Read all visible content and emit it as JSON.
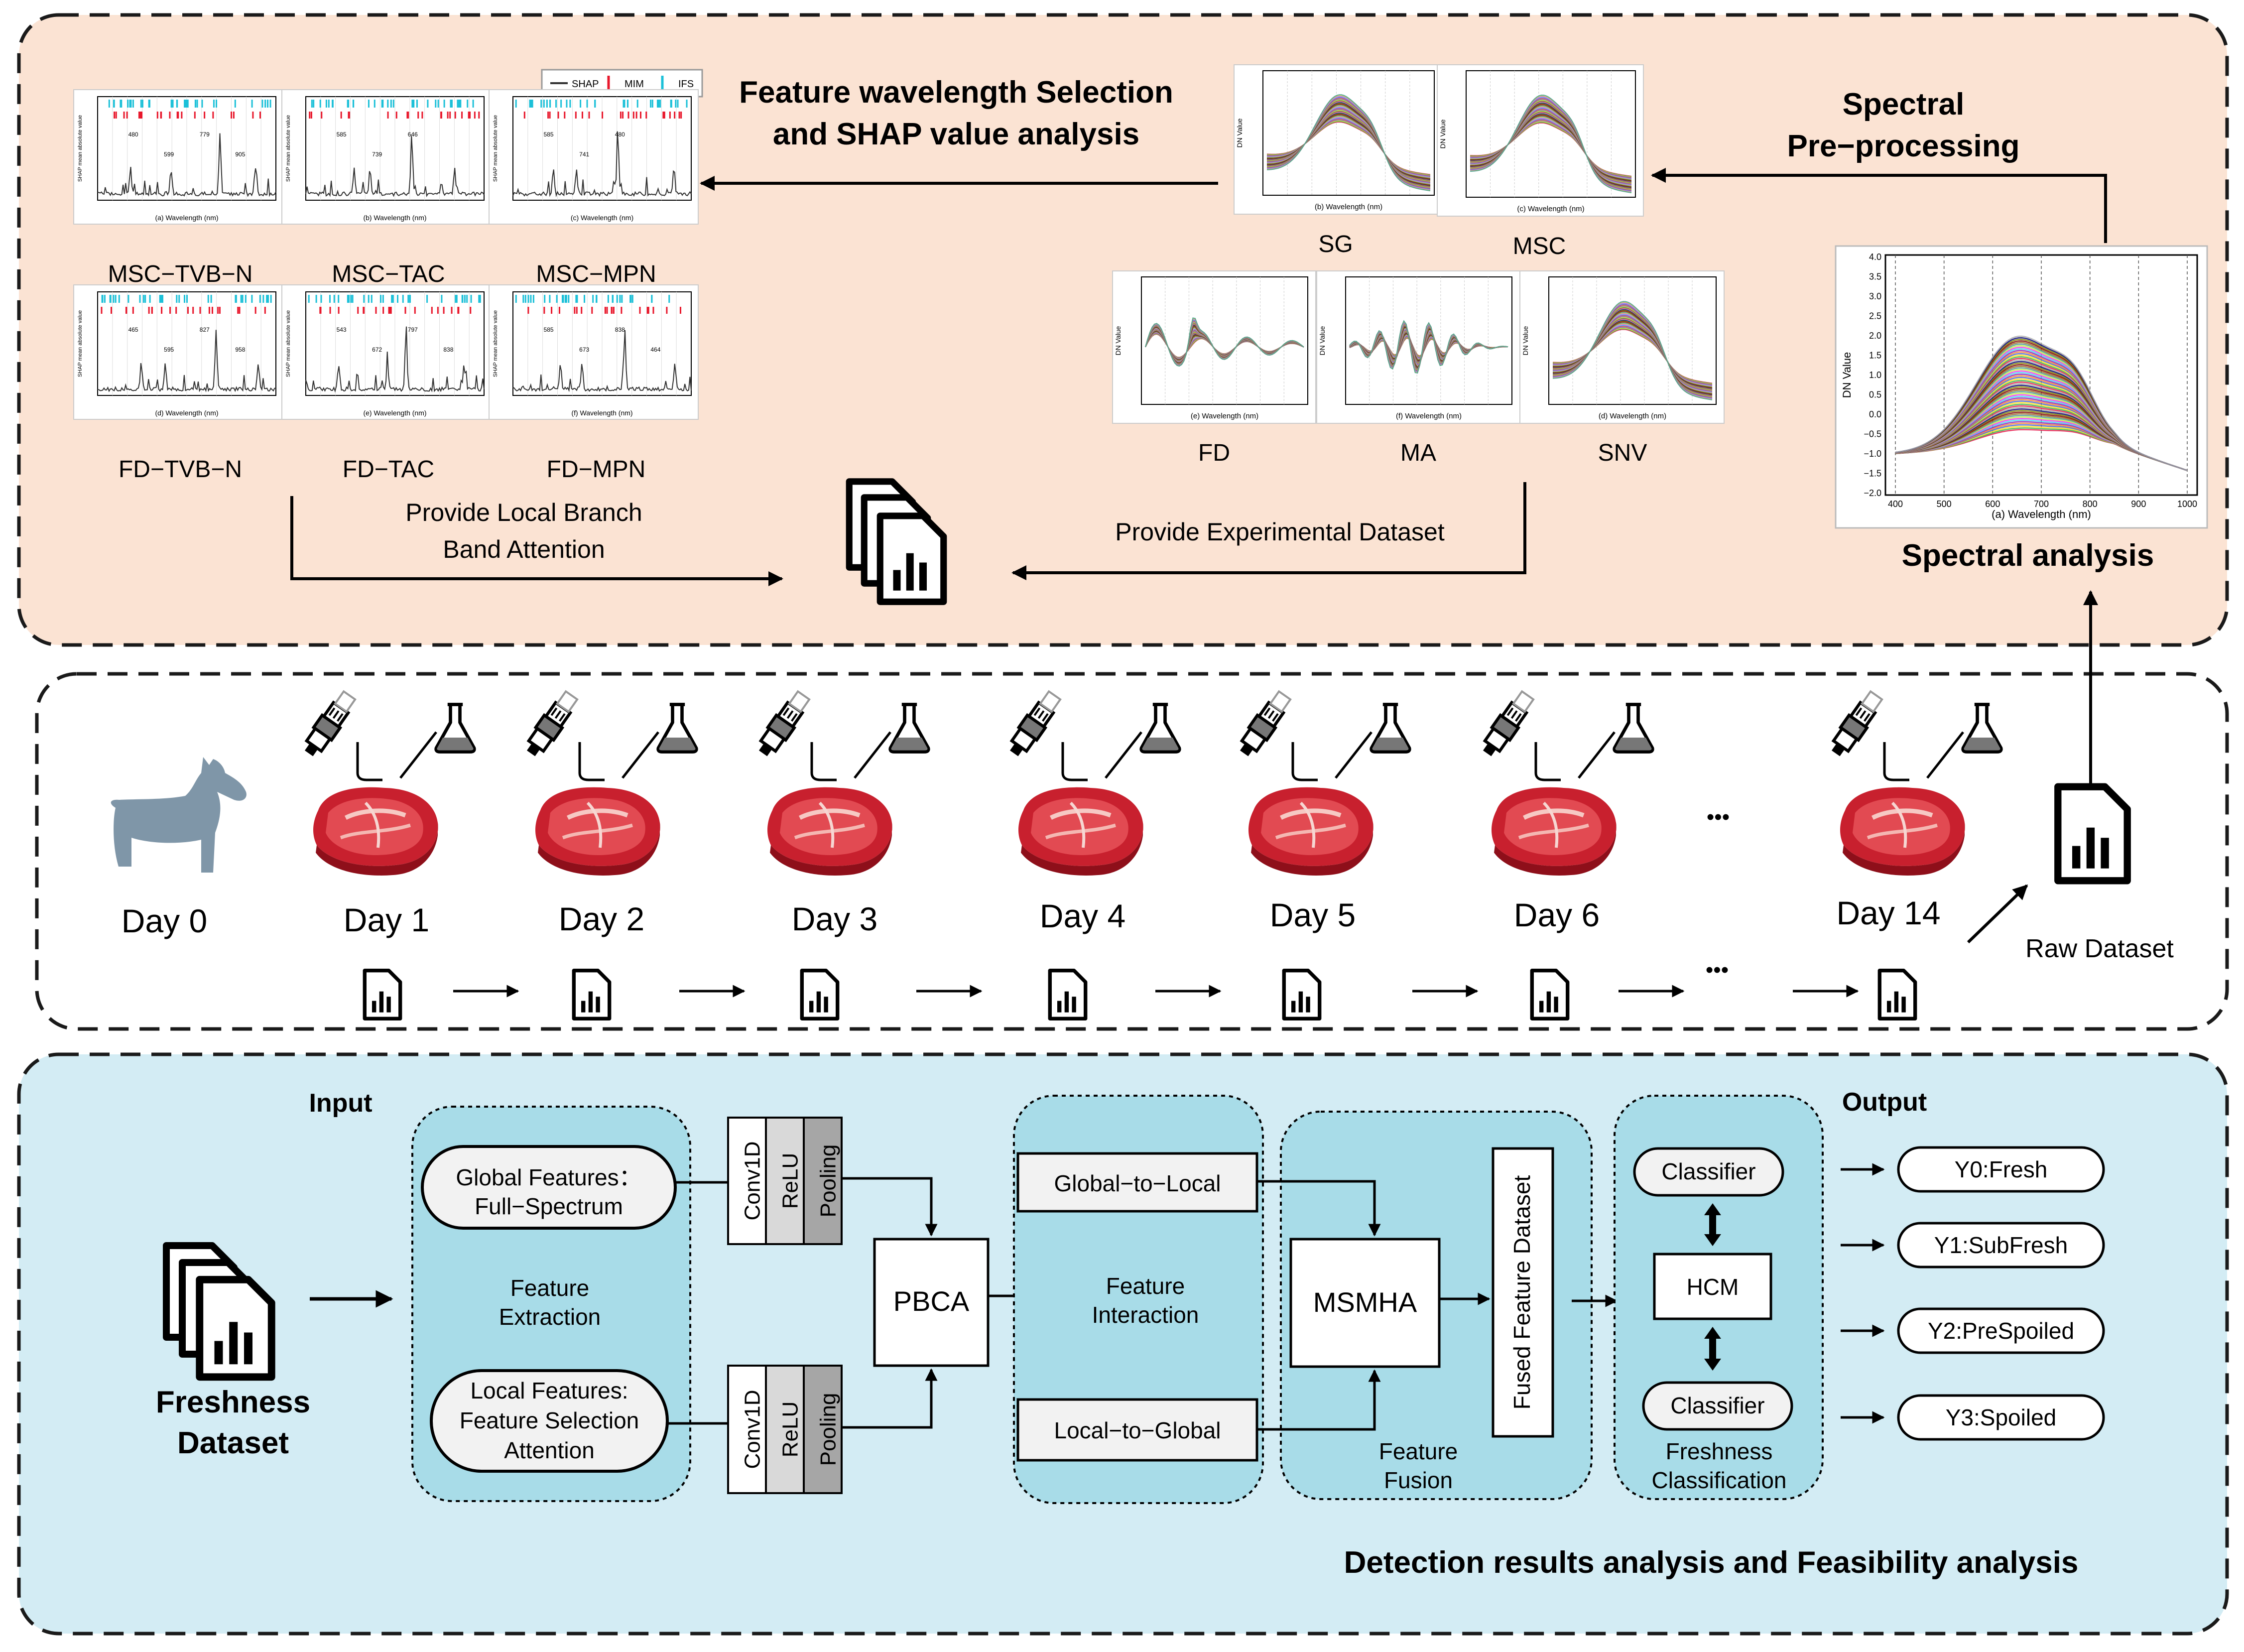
{
  "colors": {
    "top_panel": "#fbe3d3",
    "bottom_panel": "#d3ecf4",
    "module_fill": "#a8dce8",
    "meat": "#c8202e",
    "goat": "#7f96a8",
    "shap": "#333333",
    "mim": "#e8172b",
    "ifs": "#1cc0d8"
  },
  "top": {
    "feature_title_1": "Feature wavelength Selection",
    "feature_title_2": "and SHAP value analysis",
    "preproc_title_1": "Spectral",
    "preproc_title_2": "Pre−processing",
    "spectral_analysis": "Spectral analysis",
    "provide_local_1": "Provide Local Branch",
    "provide_local_2": "Band Attention",
    "provide_dataset": "Provide Experimental Dataset",
    "legend": [
      "SHAP",
      "MIM",
      "IFS"
    ],
    "shap_plots": [
      {
        "label": "MSC−TVB−N",
        "xcaption": "(a) Wavelength (nm)",
        "ylabel": "SHAP mean absolute value",
        "peaks": [
          "480",
          "599",
          "779",
          "905"
        ]
      },
      {
        "label": "MSC−TAC",
        "xcaption": "(b) Wavelength (nm)",
        "ylabel": "SHAP mean absolute value",
        "peaks": [
          "585",
          "739",
          "646"
        ]
      },
      {
        "label": "MSC−MPN",
        "xcaption": "(c) Wavelength (nm)",
        "ylabel": "SHAP mean absolute value",
        "peaks": [
          "585",
          "741",
          "480"
        ]
      },
      {
        "label": "FD−TVB−N",
        "xcaption": "(d) Wavelength (nm)",
        "ylabel": "SHAP mean absolute value",
        "peaks": [
          "465",
          "595",
          "827",
          "958"
        ]
      },
      {
        "label": "FD−TAC",
        "xcaption": "(e) Wavelength (nm)",
        "ylabel": "SHAP mean absolute value",
        "peaks": [
          "543",
          "672",
          "797",
          "838"
        ]
      },
      {
        "label": "FD−MPN",
        "xcaption": "(f) Wavelength (nm)",
        "ylabel": "SHAP mean absolute value",
        "peaks": [
          "585",
          "673",
          "838",
          "464"
        ]
      }
    ],
    "preproc_plots": [
      {
        "label": "SG",
        "xcaption": "(b) Wavelength (nm)",
        "ylabel": "DN Value"
      },
      {
        "label": "MSC",
        "xcaption": "(c) Wavelength (nm)",
        "ylabel": "DN Value"
      },
      {
        "label": "FD",
        "xcaption": "(e) Wavelength (nm)",
        "ylabel": "DN Value"
      },
      {
        "label": "MA",
        "xcaption": "(f) Wavelength (nm)",
        "ylabel": "DN Value"
      },
      {
        "label": "SNV",
        "xcaption": "(d) Wavelength (nm)",
        "ylabel": "DN Value"
      }
    ],
    "raw_plot": {
      "xcaption": "(a) Wavelength (nm)",
      "ylabel": "DN Value",
      "xticks": [
        "400",
        "500",
        "600",
        "700",
        "800",
        "900",
        "1000"
      ],
      "yticks": [
        "4.0",
        "3.5",
        "3.0",
        "2.5",
        "2.0",
        "1.5",
        "1.0",
        "0.5",
        "0.0",
        "−0.5",
        "−1.0",
        "−1.5",
        "−2.0"
      ]
    }
  },
  "middle": {
    "days": [
      "Day 0",
      "Day 1",
      "Day 2",
      "Day 3",
      "Day 4",
      "Day 5",
      "Day 6",
      "Day 14"
    ],
    "ellipsis": "•••",
    "raw_dataset": "Raw Dataset"
  },
  "bottom": {
    "input": "Input",
    "output": "Output",
    "freshness_1": "Freshness",
    "freshness_2": "Dataset",
    "global_1": "Global Features：",
    "global_2": "Full−Spectrum",
    "local_1": "Local Features:",
    "local_2": "Feature Selection",
    "local_3": "Attention",
    "feature_extraction_1": "Feature",
    "feature_extraction_2": "Extraction",
    "conv": "Conv1D",
    "relu": "ReLU",
    "pooling": "Pooling",
    "pbca": "PBCA",
    "global_to_local": "Global−to−Local",
    "local_to_global": "Local−to−Global",
    "feature_interaction_1": "Feature",
    "feature_interaction_2": "Interaction",
    "msmha": "MSMHA",
    "feature_fusion_1": "Feature",
    "feature_fusion_2": "Fusion",
    "fused_dataset": "Fused Feature Dataset",
    "classifier": "Classifier",
    "hcm": "HCM",
    "freshness_class_1": "Freshness",
    "freshness_class_2": "Classification",
    "outputs": [
      "Y0:Fresh",
      "Y1:SubFresh",
      "Y2:PreSpoiled",
      "Y3:Spoiled"
    ],
    "detection": "Detection results analysis and Feasibility analysis"
  }
}
